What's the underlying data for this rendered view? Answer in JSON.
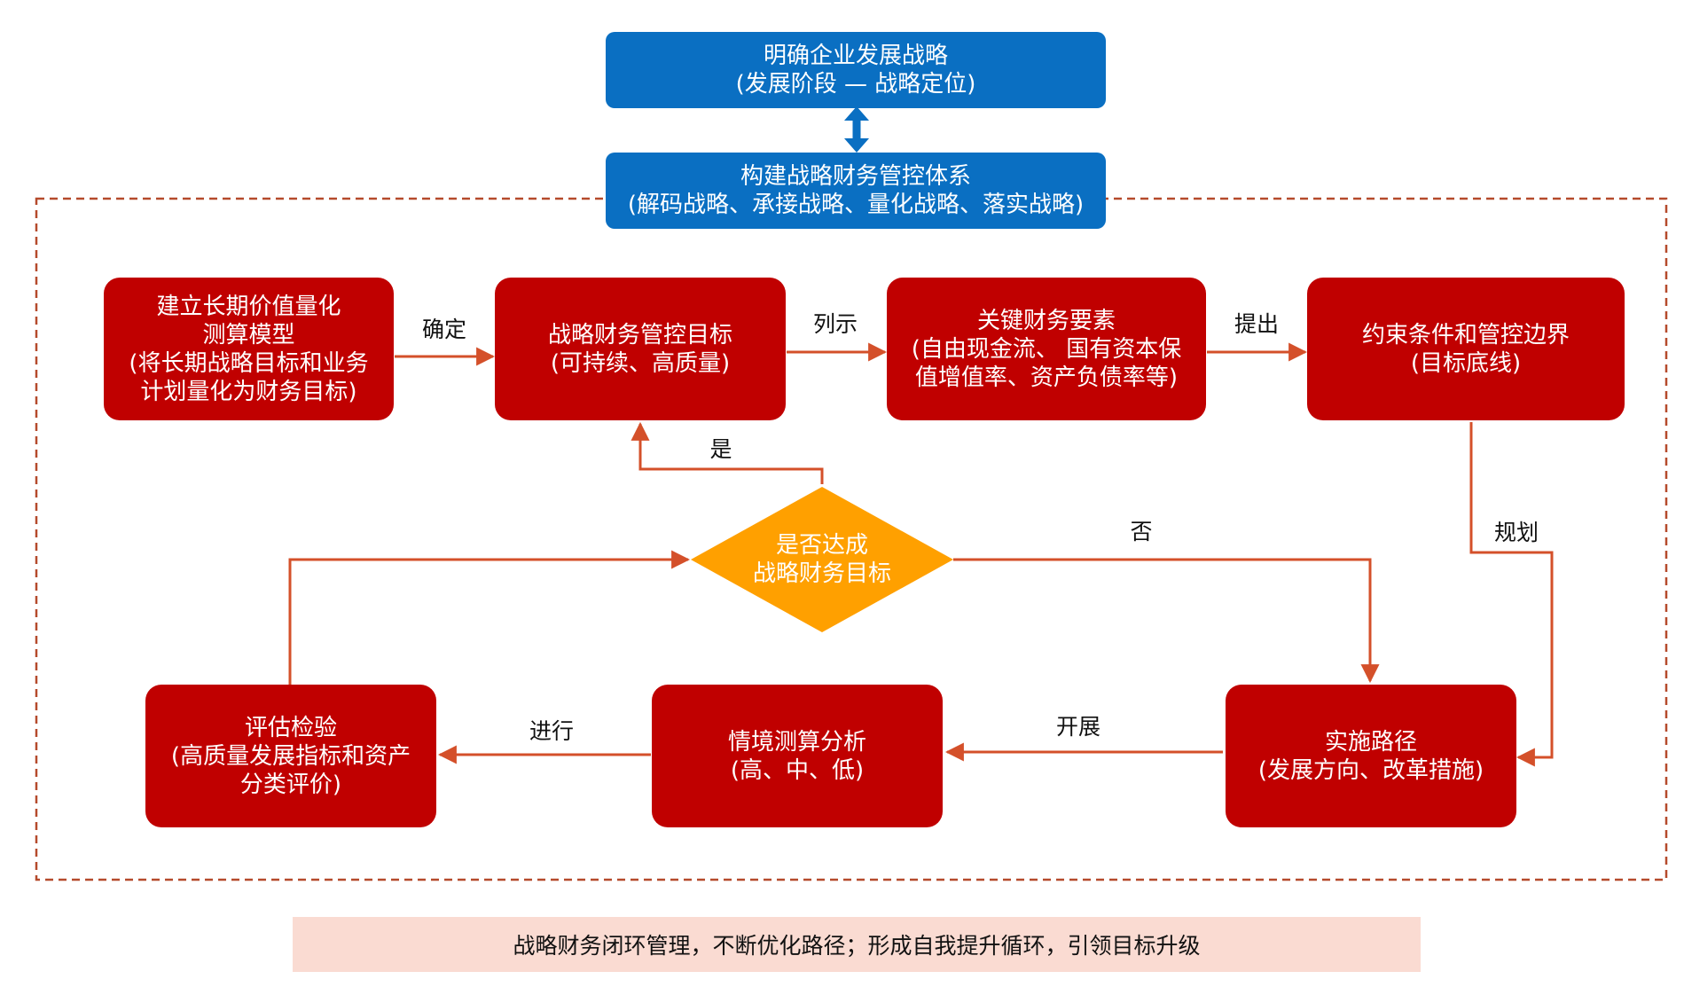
{
  "top_nodes": {
    "strategy": {
      "lines": [
        "明确企业发展战略",
        "(发展阶段 — 战略定位)"
      ]
    },
    "system": {
      "lines": [
        "构建战略财务管控体系",
        "(解码战略、承接战略、量化战略、落实战略)"
      ]
    }
  },
  "nodes": {
    "model": {
      "lines": [
        "建立长期价值量化",
        "测算模型",
        "(将长期战略目标和业务",
        "计划量化为财务目标)"
      ]
    },
    "target": {
      "lines": [
        "战略财务管控目标",
        "(可持续、高质量)"
      ]
    },
    "elements": {
      "lines": [
        "关键财务要素",
        "(自由现金流、 国有资本保",
        "值增值率、资产负债率等)"
      ]
    },
    "constraints": {
      "lines": [
        "约束条件和管控边界",
        "(目标底线)"
      ]
    },
    "decision": {
      "lines": [
        "是否达成",
        "战略财务目标"
      ]
    },
    "evaluate": {
      "lines": [
        "评估检验",
        "(高质量发展指标和资产",
        "分类评价)"
      ]
    },
    "scenario": {
      "lines": [
        "情境测算分析",
        "(高、中、低)"
      ]
    },
    "path": {
      "lines": [
        "实施路径",
        "(发展方向、改革措施)"
      ]
    }
  },
  "edge_labels": {
    "confirm": "确定",
    "list": "列示",
    "propose": "提出",
    "yes": "是",
    "no": "否",
    "plan": "规划",
    "develop": "开展",
    "carry_out": "进行"
  },
  "summary": "战略财务闭环管理，不断优化路径；形成自我提升循环，引领目标升级",
  "colors": {
    "blue": "#0a6fc2",
    "red": "#c00000",
    "orange": "#ffa000",
    "arrow": "#d4502a",
    "dashed_border": "#b54a2c",
    "summary_bg": "#fadbd2"
  }
}
